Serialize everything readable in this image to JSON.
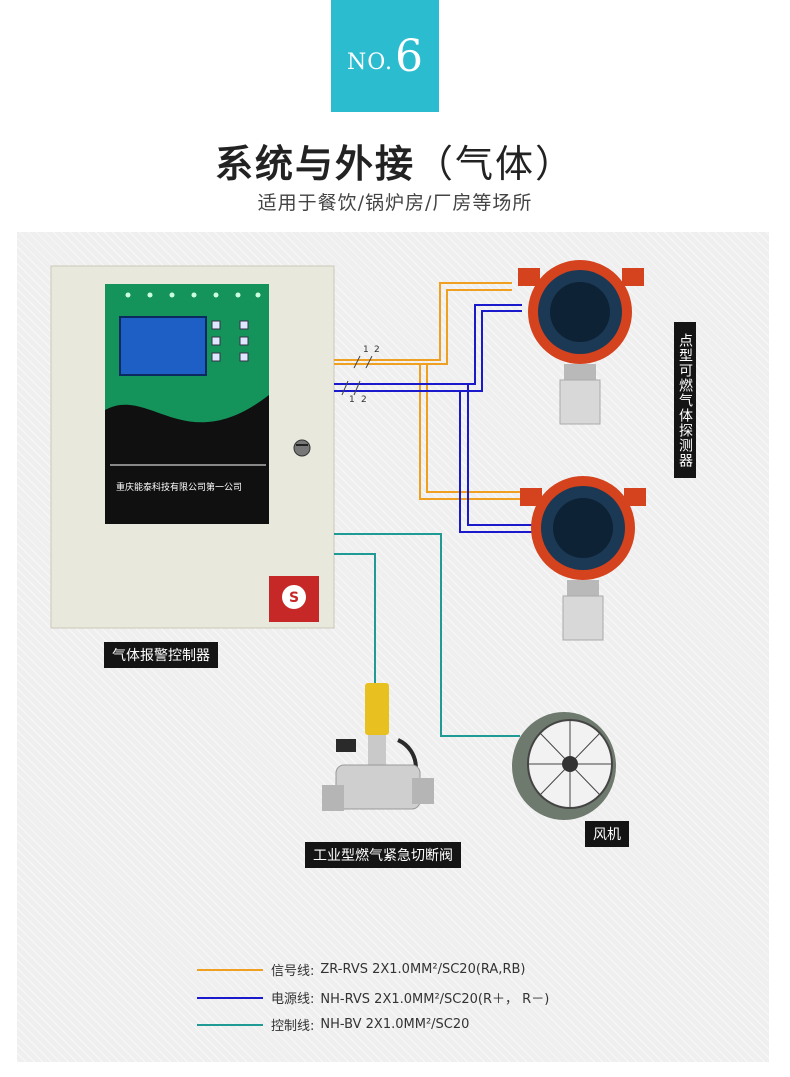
{
  "badge": {
    "no": "NO.",
    "num": "6"
  },
  "title": {
    "main": "系统与外接",
    "paren": "（气体）"
  },
  "subtitle": "适用于餐饮/锅炉房/厂房等场所",
  "controller": {
    "label": "气体报警控制器",
    "company": "重庆能泰科技有限公司第一公司"
  },
  "detector_label": "点型可燃气体探测器",
  "valve_label": "工业型燃气紧急切断阀",
  "fan_label": "风机",
  "wire_marks": [
    "1",
    "2",
    "1",
    "2"
  ],
  "colors": {
    "signal": "#f0a020",
    "power": "#1a1acc",
    "control": "#1f9a94",
    "accent": "#2bbcd0"
  },
  "legend": [
    {
      "name": "信号线:",
      "spec": "ZR-RVS 2X1.0MM²/SC20(RA,RB)",
      "color": "#f0a020"
    },
    {
      "name": "电源线:",
      "spec": "NH-RVS 2X1.0MM²/SC20(R＋， R－)",
      "color": "#1a1acc"
    },
    {
      "name": "控制线:",
      "spec": "NH-BV 2X1.0MM²/SC20",
      "color": "#1f9a94"
    }
  ]
}
